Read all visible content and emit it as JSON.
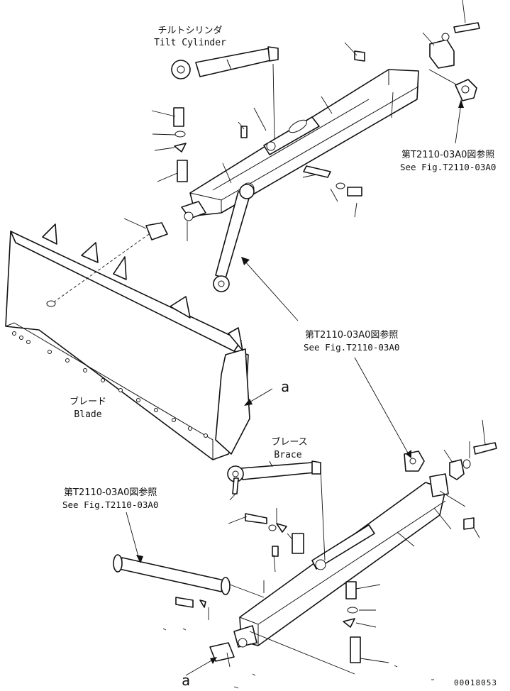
{
  "labels": {
    "tilt_cylinder_jp": "チルトシリンダ",
    "tilt_cylinder_en": "Tilt Cylinder",
    "blade_jp": "ブレード",
    "blade_en": "Blade",
    "brace_jp": "ブレース",
    "brace_en": "Brace",
    "ref_top_jp": "第T2110-03A0図参照",
    "ref_top_en": "See Fig.T2110-03A0",
    "ref_mid_jp": "第T2110-03A0図参照",
    "ref_mid_en": "See Fig.T2110-03A0",
    "ref_left_jp": "第T2110-03A0図参照",
    "ref_left_en": "See Fig.T2110-03A0",
    "marker_a_right": "a",
    "marker_a_bottom": "a",
    "drawing_number": "00018053"
  }
}
